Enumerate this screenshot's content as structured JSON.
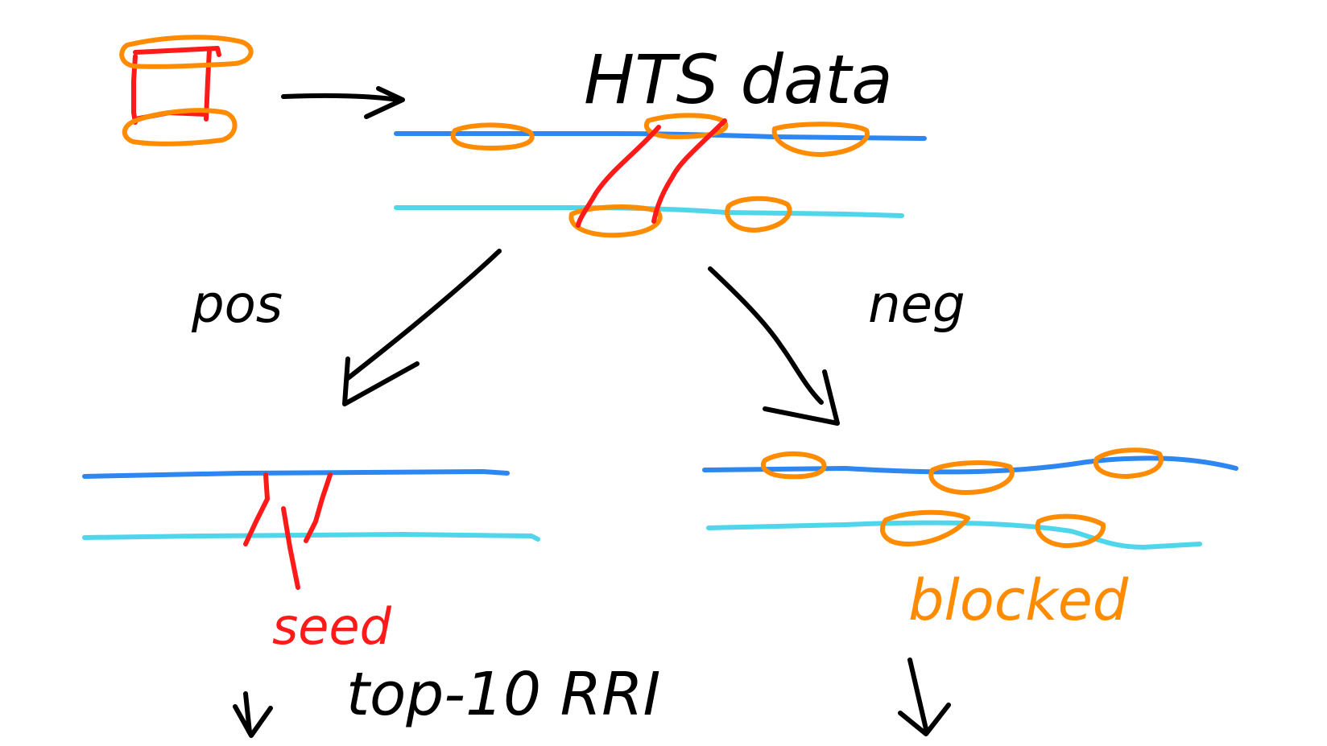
{
  "labels": {
    "title": "HTS data",
    "positive": "pos",
    "negative": "neg",
    "seed": "seed",
    "blocked": "blocked",
    "bottom": "top-10 RRI"
  },
  "colors": {
    "ink": "#000000",
    "interaction": "#ff1a1a",
    "binding_site": "#ff8c00",
    "strand_top": "#2e86f0",
    "strand_bottom": "#4fd6ea",
    "background": "#ffffff"
  },
  "icons": {
    "interaction_glyph": "rna-pair-box-icon",
    "arrow_right": "arrow-right-icon",
    "arrow_down_left": "arrow-down-left-icon",
    "arrow_down_right": "arrow-down-right-icon",
    "arrow_down": "arrow-down-icon"
  }
}
